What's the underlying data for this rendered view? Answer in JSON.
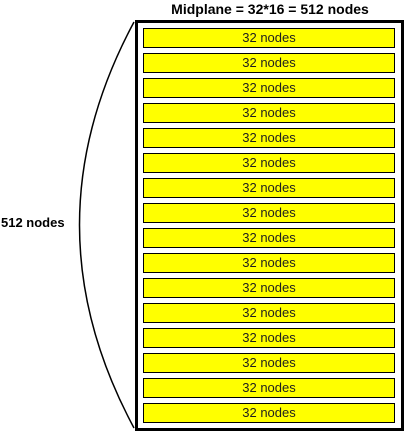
{
  "diagram": {
    "title": "Midplane = 32*16 = 512 nodes",
    "side_label": "512 nodes",
    "row_fill": "#ffff00",
    "rows": [
      {
        "label": "32 nodes"
      },
      {
        "label": "32 nodes"
      },
      {
        "label": "32 nodes"
      },
      {
        "label": "32 nodes"
      },
      {
        "label": "32 nodes"
      },
      {
        "label": "32 nodes"
      },
      {
        "label": "32 nodes"
      },
      {
        "label": "32 nodes"
      },
      {
        "label": "32 nodes"
      },
      {
        "label": "32 nodes"
      },
      {
        "label": "32 nodes"
      },
      {
        "label": "32 nodes"
      },
      {
        "label": "32 nodes"
      },
      {
        "label": "32 nodes"
      },
      {
        "label": "32 nodes"
      },
      {
        "label": "32 nodes"
      }
    ]
  }
}
